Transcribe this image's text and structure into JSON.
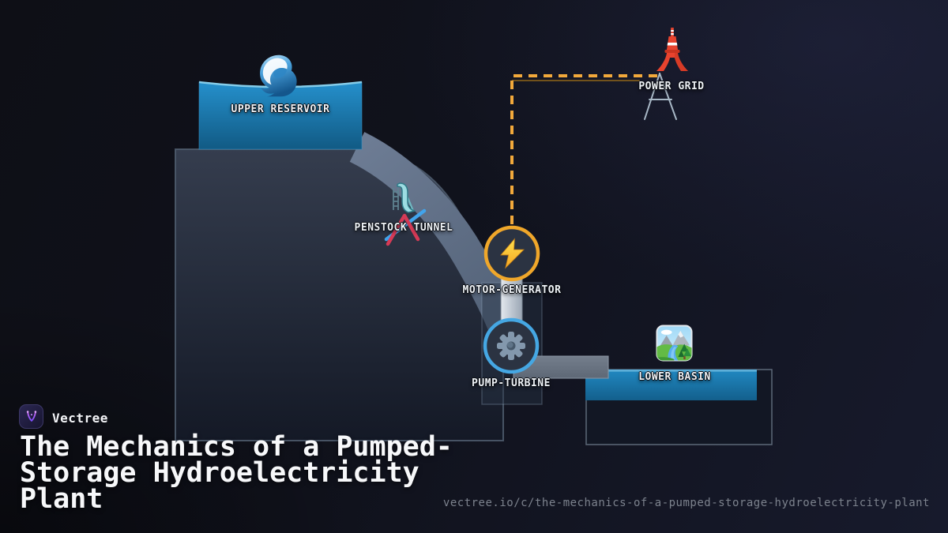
{
  "brand": {
    "name": "Vectree",
    "logo_icon": "vectree-logo-icon"
  },
  "title": {
    "lines": [
      "The Mechanics of a Pumped-",
      "Storage Hydroelectricity",
      "Plant"
    ]
  },
  "footer": {
    "url": "vectree.io/c/the-mechanics-of-a-pumped-storage-hydroelectricity-plant"
  },
  "colors": {
    "background_navy": "#171a2c",
    "water_blue": "#1b7cb4",
    "mountain_slate": "#2b3342",
    "penstock_gray": "#5f6e84",
    "label_white": "#eef2f6",
    "url_gray": "#7c828d"
  },
  "diagram": {
    "upper_reservoir": {
      "label": "UPPER RESERVOIR",
      "icon": "wave-icon"
    },
    "penstock_tunnel": {
      "label": "PENSTOCK TUNNEL",
      "icon": "slide-icon"
    },
    "motor_generator": {
      "label": "MOTOR-GENERATOR",
      "icon": "lightning-icon",
      "ring_color": "#f0a72a"
    },
    "pump_turbine": {
      "label": "PUMP-TURBINE",
      "icon": "gear-icon",
      "ring_color": "#45a7e3"
    },
    "lower_basin": {
      "label": "LOWER BASIN",
      "icon": "landscape-icon"
    },
    "power_grid": {
      "label": "POWER GRID",
      "icon": "tokyo-tower-icon"
    },
    "connections": {
      "grid_line_color": "#f2a93b",
      "grid_line_shadow_color": "#a97617",
      "pump_flow_color": "#d63a56",
      "generate_flow_color": "#41a4ec"
    }
  }
}
